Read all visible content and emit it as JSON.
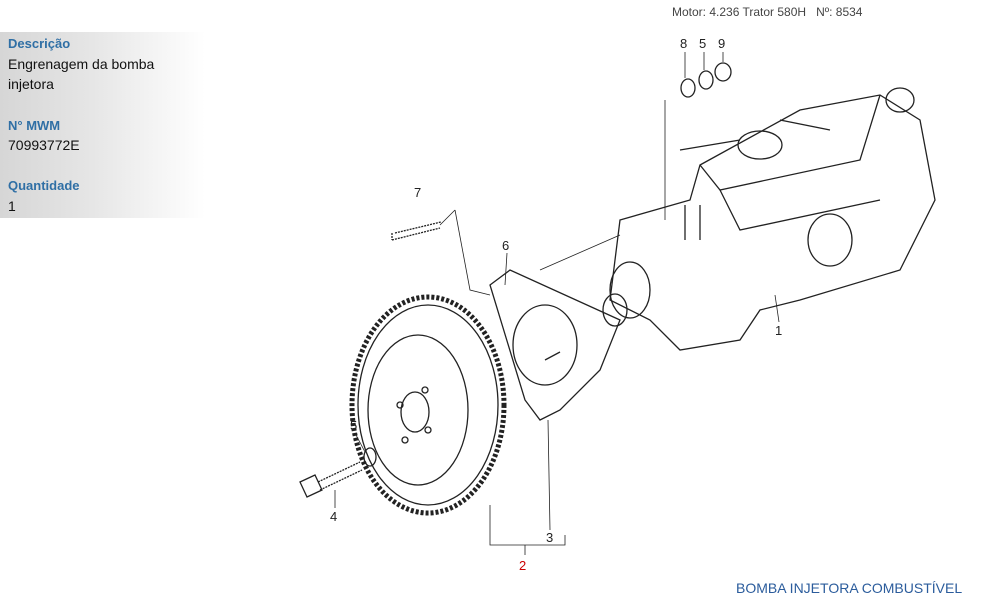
{
  "header": {
    "motor_info": "Motor: 4.236 Trator 580H   Nº: 8534"
  },
  "details": {
    "description_label": "Descrição",
    "description_value": "Engrenagem da bomba injetora",
    "mwm_label": "N° MWM",
    "mwm_value": "70993772E",
    "quantity_label": "Quantidade",
    "quantity_value": "1"
  },
  "diagram": {
    "callouts": [
      "8",
      "5",
      "9",
      "7",
      "6",
      "1",
      "5",
      "4",
      "3",
      "2"
    ],
    "highlight_color": "#cc0000"
  },
  "footer": {
    "section_title": "BOMBA INJETORA COMBUSTÍVEL"
  }
}
